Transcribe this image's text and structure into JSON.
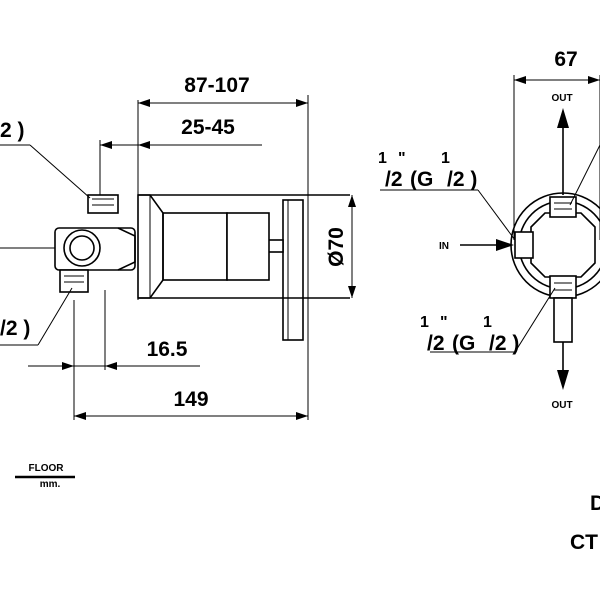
{
  "dimensions": {
    "overall_depth": "87-107",
    "body_depth": "25-45",
    "diameter": "Ø70",
    "offset": "16.5",
    "total_length": "149",
    "top_width": "67"
  },
  "thread_labels": {
    "left_top": "2 )",
    "left_bottom": "/2 )",
    "right_top_a": "1",
    "right_top_b": "/2",
    "right_top_quote": "\"",
    "right_top_g": "(G",
    "right_top_c": "1",
    "right_top_d": "/2 )",
    "right_bottom_a": "1",
    "right_bottom_b": "/2",
    "right_bottom_quote": "\"",
    "right_bottom_g": "(G",
    "right_bottom_c": "1",
    "right_bottom_d": "/2 )"
  },
  "flow_labels": {
    "out_top": "OUT",
    "in": "IN",
    "out_bottom": "OUT"
  },
  "legend": {
    "floor": "FLOOR",
    "unit": "mm."
  },
  "edge_text": {
    "line1": "D",
    "line2": "CT"
  }
}
